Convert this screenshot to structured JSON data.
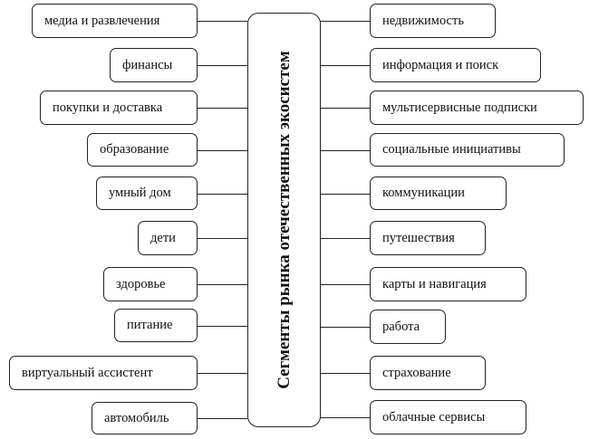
{
  "title": "Сегменты рынка отечественных экосистем",
  "left_segments": [
    "медиа и развлечения",
    "финансы",
    "покупки и доставка",
    "образование",
    "умный дом",
    "дети",
    "здоровье",
    "питание",
    "виртуальный ассистент",
    "автомобиль"
  ],
  "right_segments": [
    "недвижимость",
    "информация и поиск",
    "мультисервисные подписки",
    "социальные инициативы",
    "коммуникации",
    "путешествия",
    "карты и навигация",
    "работа",
    "страхование",
    "облачные сервисы"
  ]
}
